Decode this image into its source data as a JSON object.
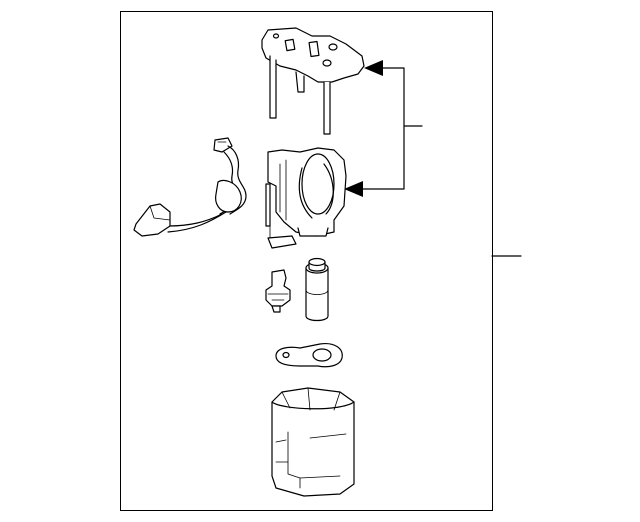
{
  "diagram": {
    "parts": [
      {
        "id": "bracket-plate",
        "icon": "mounting-bracket-icon"
      },
      {
        "id": "wiring-harness",
        "icon": "wiring-harness-icon"
      },
      {
        "id": "pump-module",
        "icon": "pump-module-icon"
      },
      {
        "id": "sensor",
        "icon": "sensor-icon"
      },
      {
        "id": "filter",
        "icon": "filter-icon"
      },
      {
        "id": "clamp",
        "icon": "clamp-icon"
      },
      {
        "id": "reservoir",
        "icon": "reservoir-cup-icon"
      }
    ],
    "colors": {
      "line": "#000000",
      "background": "#ffffff"
    }
  }
}
